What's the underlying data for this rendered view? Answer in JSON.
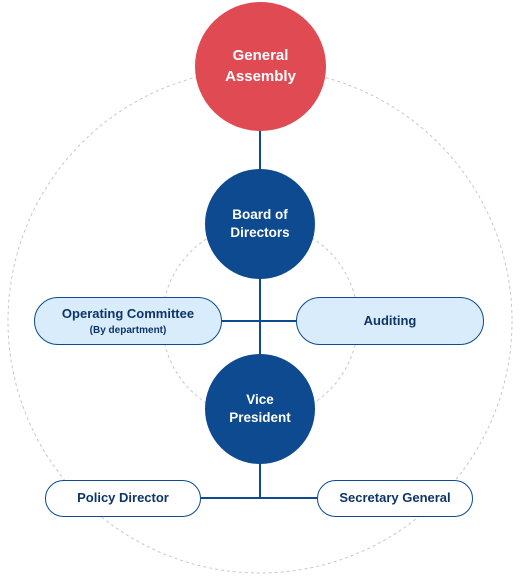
{
  "nodes": {
    "general_assembly": {
      "line1": "General",
      "line2": "Assembly"
    },
    "board_of_directors": {
      "line1": "Board of",
      "line2": "Directors"
    },
    "vice_president": {
      "line1": "Vice",
      "line2": "President"
    },
    "operating_committee": {
      "label": "Operating Committee",
      "sublabel": "(By department)"
    },
    "auditing": {
      "label": "Auditing"
    },
    "policy_director": {
      "label": "Policy Director"
    },
    "secretary_general": {
      "label": "Secretary General"
    }
  },
  "colors": {
    "top_circle": "#e04a52",
    "primary_circle": "#0d4a8f",
    "pill_border": "#0d4a8f",
    "pill_fill_light": "#d9ecfb",
    "connector": "#0d4a8f",
    "guide_circle": "#c8c8c8"
  }
}
